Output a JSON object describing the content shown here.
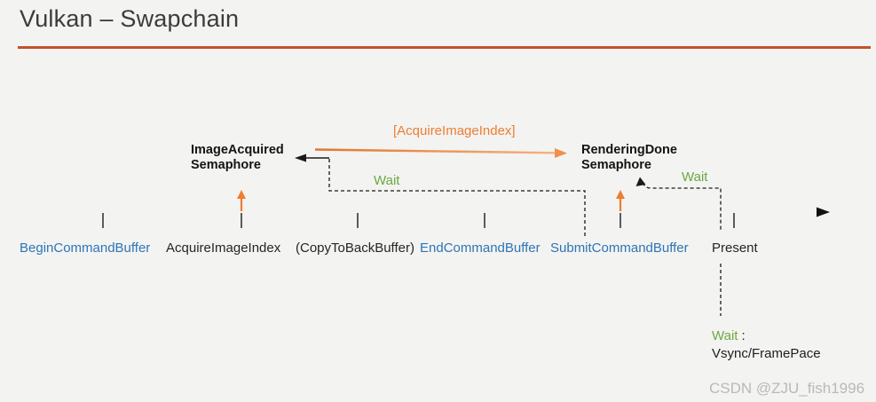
{
  "slide": {
    "title": "Vulkan – Swapchain",
    "background_color": "#F3F3F1",
    "accent_rule_color": "#C4502E"
  },
  "diagram": {
    "semaphores": [
      {
        "line1": "ImageAcquired",
        "line2": "Semaphore"
      },
      {
        "line1": "RenderingDone",
        "line2": "Semaphore"
      }
    ],
    "transfer_label": "[AcquireImageIndex]",
    "wait_label_1": "Wait",
    "wait_label_2": "Wait",
    "present_wait": {
      "wait": "Wait",
      "colon": ":",
      "detail": "Vsync/FramePace"
    },
    "timeline_events": [
      {
        "label": "BeginCommandBuffer",
        "color": "#2E75B6"
      },
      {
        "label": "AcquireImageIndex",
        "color": "#262626"
      },
      {
        "label": "(CopyToBackBuffer)",
        "color": "#262626"
      },
      {
        "label": "EndCommandBuffer",
        "color": "#2E75B6"
      },
      {
        "label": "SubmitCommandBuffer",
        "color": "#2E75B6"
      },
      {
        "label": "Present",
        "color": "#262626"
      }
    ],
    "colors": {
      "orange_arrow": "#ED7D31",
      "green_wait": "#6CA844",
      "blue_api_call": "#2E75B6",
      "dark_text": "#262626"
    }
  },
  "watermark": "CSDN @ZJU_fish1996"
}
